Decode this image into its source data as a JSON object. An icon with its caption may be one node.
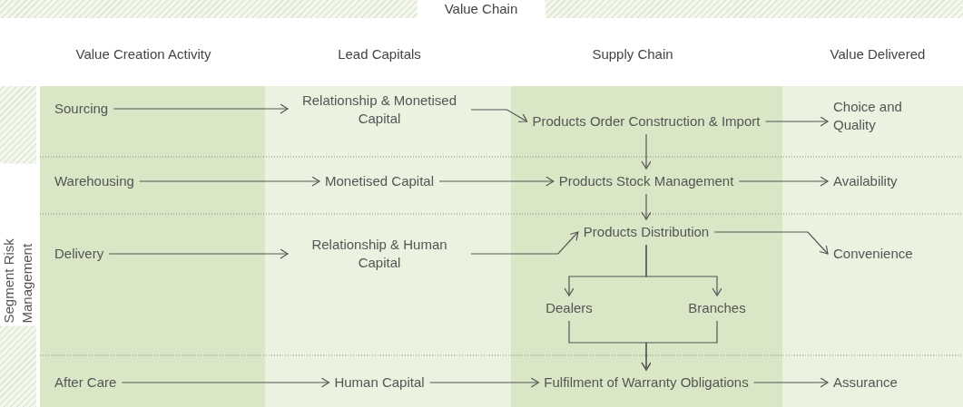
{
  "diagram": {
    "nodes": [
      {
        "text": [
          "Sourcing"
        ]
      },
      {
        "text": [
          "Relationship & Monetised Capital"
        ]
      },
      {
        "text": [
          "Products Order Construction & Import"
        ]
      },
      {
        "text": [
          "Choice and Quality"
        ]
      },
      {
        "text": [
          "Warehousing"
        ]
      },
      {
        "text": [
          "Monetised Capital"
        ]
      },
      {
        "text": [
          "Products Stock Management"
        ]
      },
      {
        "text": [
          "Availability"
        ]
      },
      {
        "text": [
          "Delivery"
        ]
      },
      {
        "text": [
          "Relationship & Human Capital"
        ]
      },
      {
        "text": [
          "Products Distribution"
        ]
      },
      {
        "text": [
          "Dealers"
        ]
      },
      {
        "text": [
          "Branches"
        ]
      },
      {
        "text": [
          "Convenience"
        ]
      },
      {
        "text": [
          "After Care"
        ]
      },
      {
        "text": [
          "Human Capital"
        ]
      },
      {
        "text": [
          "Fulfilment of Warranty Obligations"
        ]
      },
      {
        "text": [
          "Assurance"
        ]
      }
    ],
    "edges": [
      {
        "from": 0,
        "to": 1,
        "arrow": "to"
      },
      {
        "from": 1,
        "to": 2,
        "arrow": "to"
      },
      {
        "from": 2,
        "to": 3,
        "arrow": "to"
      },
      {
        "from": 2,
        "to": 6,
        "arrow": "to"
      },
      {
        "from": 4,
        "to": 5,
        "arrow": "to"
      },
      {
        "from": 5,
        "to": 6,
        "arrow": "to"
      },
      {
        "from": 6,
        "to": 7,
        "arrow": "to"
      },
      {
        "from": 6,
        "to": 10,
        "arrow": "to"
      },
      {
        "from": 8,
        "to": 9,
        "arrow": "to"
      },
      {
        "from": 9,
        "to": 10,
        "arrow": "to"
      },
      {
        "from": 10,
        "to": 13,
        "arrow": "to"
      },
      {
        "from": 10,
        "to": 11,
        "arrow": "to"
      },
      {
        "from": 10,
        "to": 12,
        "arrow": "to"
      },
      {
        "from": 11,
        "to": 16,
        "arrow": "to"
      },
      {
        "from": 12,
        "to": 16,
        "arrow": "to"
      },
      {
        "from": 14,
        "to": 15,
        "arrow": "to"
      },
      {
        "from": 15,
        "to": 16,
        "arrow": "to"
      },
      {
        "from": 16,
        "to": 17,
        "arrow": "to"
      }
    ],
    "labels": [
      "Value Chain",
      "Value Creation Activity",
      "Lead Capitals",
      "Supply Chain",
      "Value Delivered",
      "Segment Risk Management"
    ]
  }
}
